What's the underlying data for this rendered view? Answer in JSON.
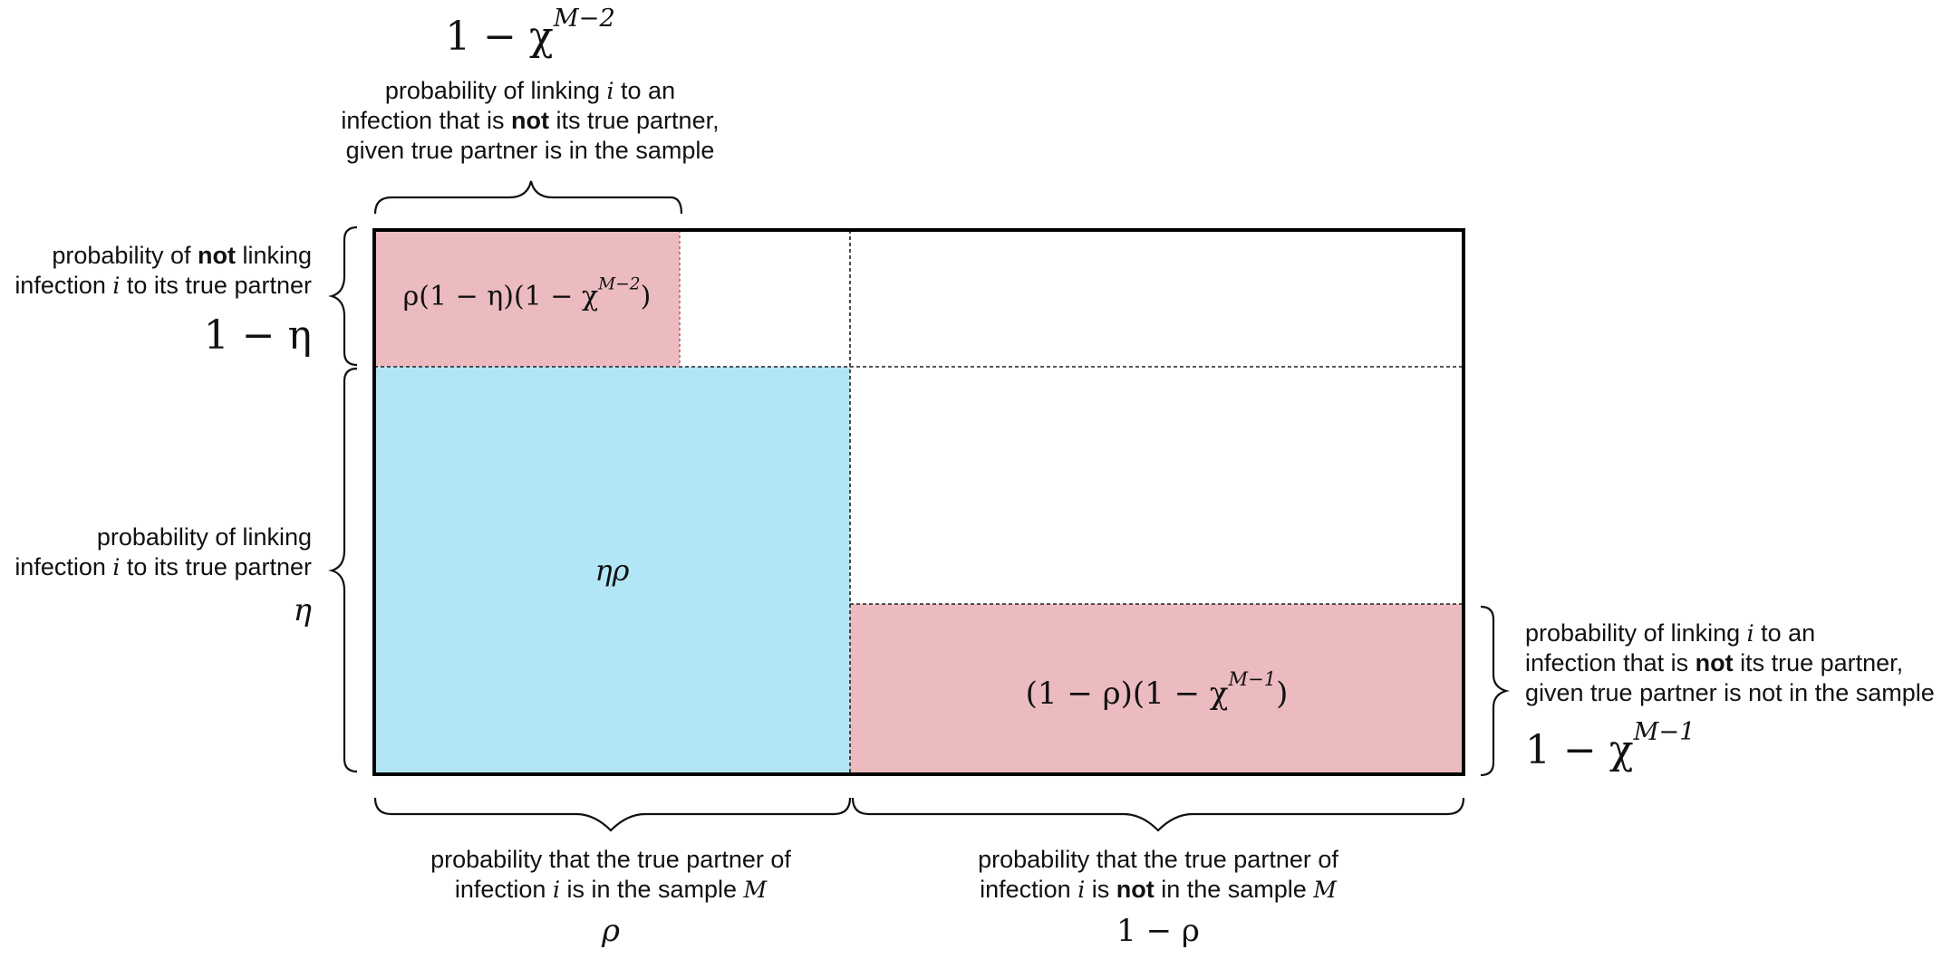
{
  "colors": {
    "pink": "#ebbbbf",
    "blue": "#b2e6f7",
    "border": "#000000"
  },
  "top": {
    "formula": "1 − χ",
    "formula_sup": "M−2",
    "line1_a": "probability of linking ",
    "line1_var": "i",
    "line1_b": " to an",
    "line2_a": "infection that is ",
    "line2_bold": "not",
    "line2_b": " its true partner,",
    "line3": "given true partner is in the sample"
  },
  "left_top": {
    "line1_a": "probability of ",
    "line1_bold": "not",
    "line1_b": " linking",
    "line2_a": "infection ",
    "line2_var": "i",
    "line2_b": " to its true partner",
    "formula": "1 − η"
  },
  "left_bottom": {
    "line1": "probability of linking",
    "line2_a": "infection ",
    "line2_var": "i",
    "line2_b": " to its true partner",
    "formula": "η"
  },
  "right": {
    "line1_a": "probability of linking ",
    "line1_var": "i",
    "line1_b": " to an",
    "line2_a": "infection that is ",
    "line2_bold": "not",
    "line2_b": " its true partner,",
    "line3": "given true partner is not in the sample",
    "formula": "1 − χ",
    "formula_sup": "M−1"
  },
  "bottom_left": {
    "line1": "probability that the true partner of",
    "line2_a": "infection ",
    "line2_var": "i",
    "line2_b": " is in the sample ",
    "line2_var2": "M",
    "formula": "ρ"
  },
  "bottom_right": {
    "line1": "probability that the true partner of",
    "line2_a": "infection ",
    "line2_var": "i",
    "line2_b": " is ",
    "line2_bold": "not",
    "line2_c": " in the sample ",
    "line2_var2": "M",
    "formula": "1 − ρ"
  },
  "cells": {
    "pink_top_a": "ρ(1 − η)(1 − χ",
    "pink_top_sup": "M−2",
    "pink_top_b": ")",
    "blue": "ηρ",
    "pink_bottom_a": "(1 − ρ)(1 − χ",
    "pink_bottom_sup": "M−1",
    "pink_bottom_b": ")"
  }
}
